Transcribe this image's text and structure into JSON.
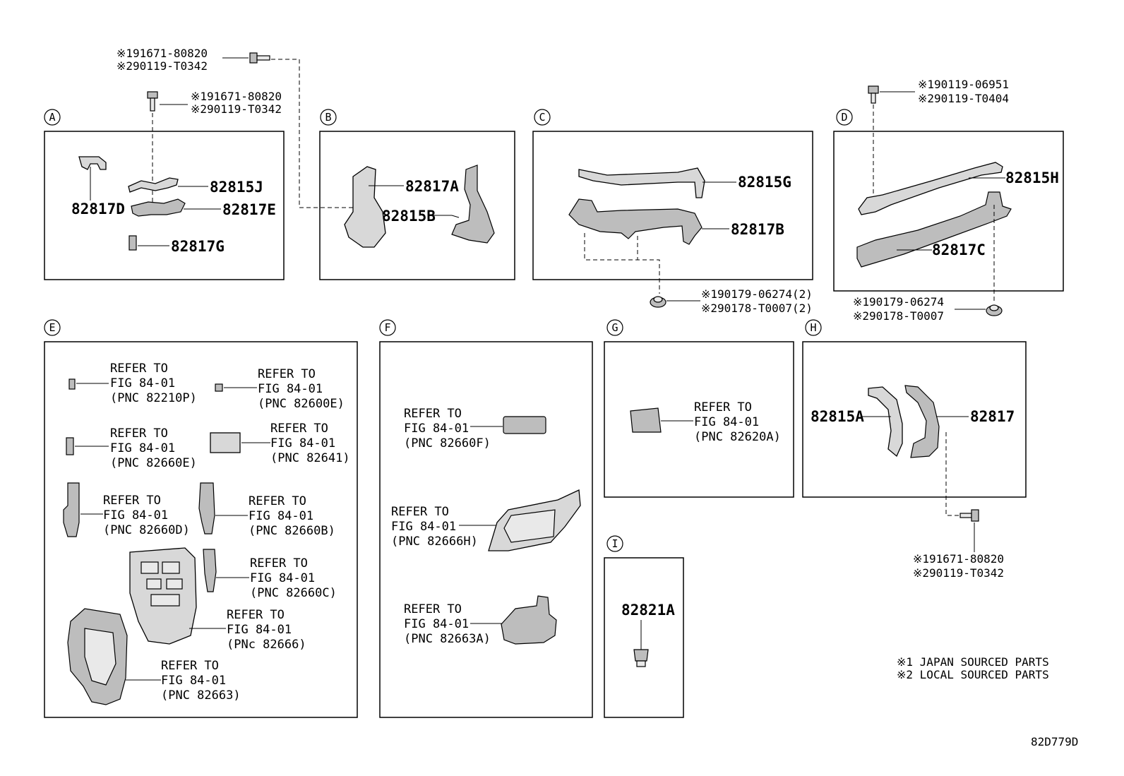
{
  "box_labels": {
    "A": "A",
    "B": "B",
    "C": "C",
    "D": "D",
    "E": "E",
    "F": "F",
    "G": "G",
    "H": "H",
    "I": "I"
  },
  "parts": {
    "p82815J": "82815J",
    "p82817D": "82817D",
    "p82817E": "82817E",
    "p82817G": "82817G",
    "p82817A": "82817A",
    "p82815B": "82815B",
    "p82815G": "82815G",
    "p82817B": "82817B",
    "p82815H": "82815H",
    "p82817C": "82817C",
    "p82815A": "82815A",
    "p82817": "82817",
    "p82821A": "82821A"
  },
  "fasteners": {
    "top_a1": "※191671-80820",
    "top_a2": "※290119-T0342",
    "a_1": "※191671-80820",
    "a_2": "※290119-T0342",
    "d_top1": "※190119-06951",
    "d_top2": "※290119-T0404",
    "c_bot1": "※190179-06274(2)",
    "c_bot2": "※290178-T0007(2)",
    "d_bot1": "※190179-06274",
    "d_bot2": "※290178-T0007",
    "h_bot1": "※191671-80820",
    "h_bot2": "※290119-T0342"
  },
  "refer_to": "REFER TO",
  "fig": "FIG 84-01",
  "pnc": {
    "e1": "(PNC 82210P)",
    "e2": "(PNC 82600E)",
    "e3": "(PNC 82660E)",
    "e4": "(PNC 82641)",
    "e5": "(PNC 82660D)",
    "e6": "(PNC 82660B)",
    "e7": "(PNC 82660C)",
    "e8": "(PNc 82666)",
    "e9": "(PNC 82663)",
    "f1": "(PNC 82660F)",
    "f2": "(PNC 82666H)",
    "f3": "(PNC 82663A)",
    "g1": "(PNC 82620A)"
  },
  "legend": {
    "l1": "※1 JAPAN SOURCED PARTS",
    "l2": "※2 LOCAL SOURCED PARTS"
  },
  "diagram_id": "82D779D"
}
